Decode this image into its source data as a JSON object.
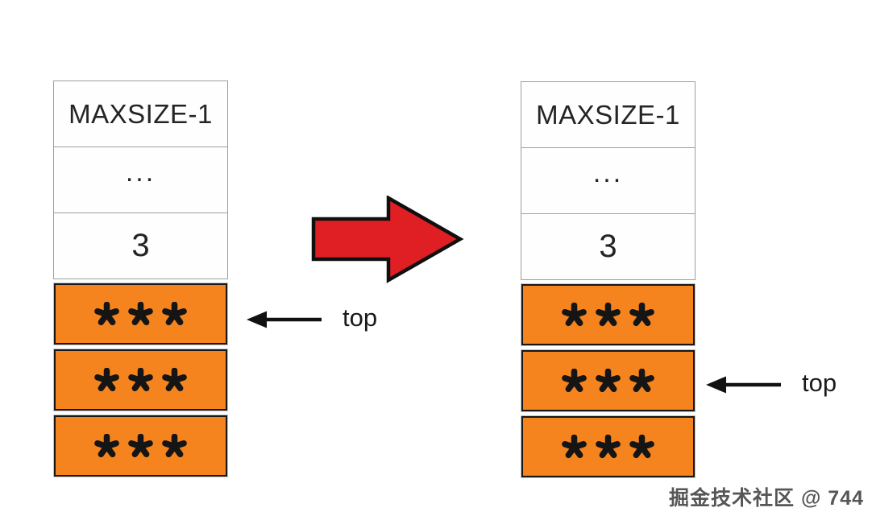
{
  "colors": {
    "background": "#ffffff",
    "index_cell_border": "#9e9e9e",
    "filled_cell_fill": "#F5841E",
    "filled_cell_border": "#171717",
    "transition_arrow_fill": "#E01F25",
    "pointer_color": "#111111",
    "text_color": "#242424",
    "watermark_color": "#4a4a4a"
  },
  "before_stack": {
    "index_cells": [
      "MAXSIZE-1",
      "...",
      "3"
    ],
    "filled_cells": [
      "***",
      "***",
      "***"
    ],
    "pointer_label": "top",
    "pointer_cell_index": 0
  },
  "after_stack": {
    "index_cells": [
      "MAXSIZE-1",
      "...",
      "3"
    ],
    "filled_cells": [
      "***",
      "***",
      "***"
    ],
    "pointer_label": "top",
    "pointer_cell_index": 1
  },
  "transition_arrow": {
    "icon": "red-right-arrow",
    "direction": "right"
  },
  "watermark": {
    "text": "掘金技术社区 @ 744"
  }
}
